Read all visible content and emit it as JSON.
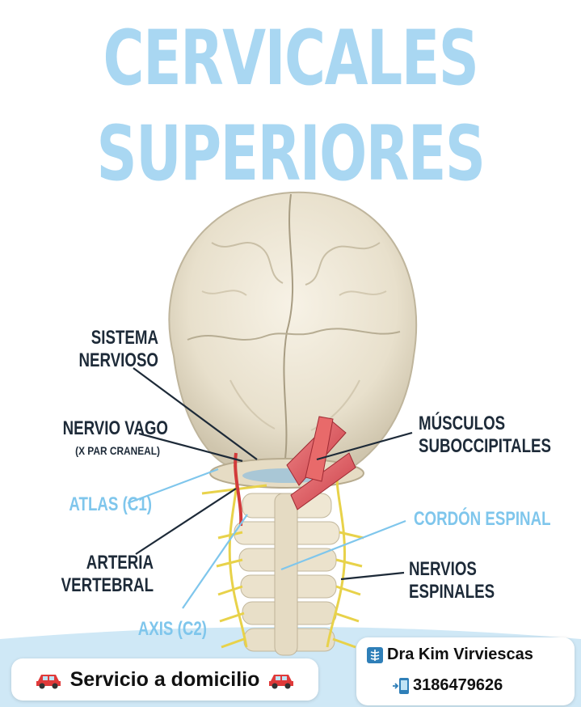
{
  "title": {
    "line1": "CERVICALES",
    "line2": "SUPERIORES"
  },
  "labels": {
    "sistema_nervioso": [
      "SISTEMA",
      "NERVIOSO"
    ],
    "nervio_vago": "NERVIO VAGO",
    "nervio_vago_sub": "(X PAR CRANEAL)",
    "atlas": "ATLAS (C1)",
    "arteria_vertebral": [
      "ARTERIA",
      "VERTEBRAL"
    ],
    "axis": "AXIS (C2)",
    "musculos": [
      "MÚSCULOS",
      "SUBOCCIPITALES"
    ],
    "cordon": "CORDÓN ESPINAL",
    "nervios": [
      "NERVIOS",
      "ESPINALES"
    ]
  },
  "footer": {
    "service": "Servicio a domicilio",
    "doctor": "Dra Kim Virviescas",
    "phone": "3186479626"
  },
  "icons": {
    "car": "car-icon",
    "doctor": "xray-icon",
    "phone": "phone-icon"
  },
  "colors": {
    "title": "#a9d7f2",
    "dark_label": "#1d2a38",
    "blue_label": "#7fc6ec",
    "footer_band": "#cfe8f6",
    "muscle": "#e0515a",
    "nerve": "#e8d24a"
  }
}
